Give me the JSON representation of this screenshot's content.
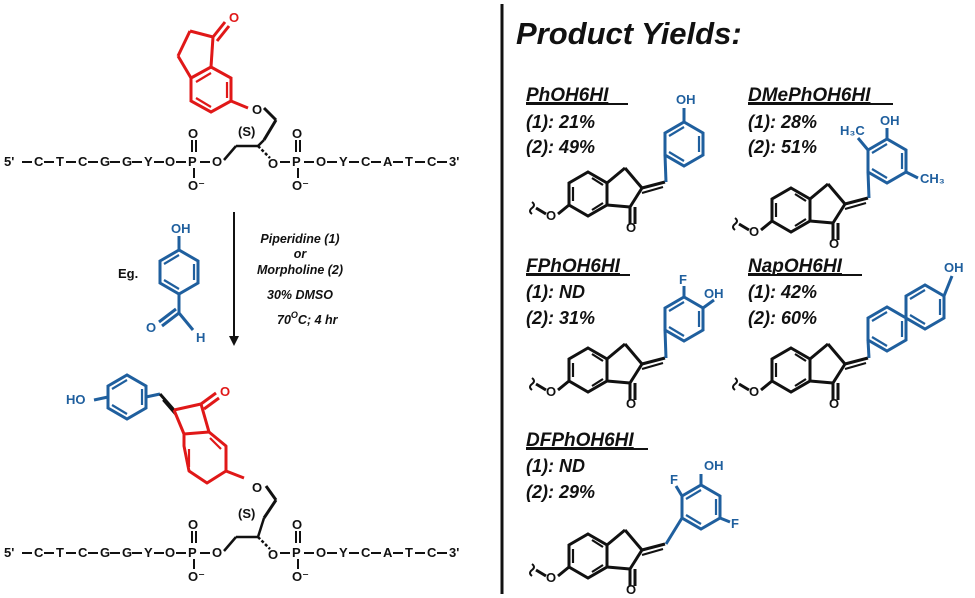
{
  "left": {
    "sequence": {
      "five_prime": "5'",
      "left_bases": [
        "C",
        "T",
        "C",
        "G",
        "G",
        "Y"
      ],
      "right_bases": [
        "Y",
        "C",
        "A",
        "T",
        "C"
      ],
      "three_prime": "3'",
      "stereo": "(S)",
      "phosphate_o": "O",
      "phosphate_p": "P",
      "phosphate_minus": "O⁻"
    },
    "conditions": {
      "eg_label": "Eg.",
      "line1": "Piperidine (1)",
      "line2": "or",
      "line3": "Morpholine (2)",
      "line4": "30% DMSO",
      "line5_temp": "70",
      "line5_sup": "O",
      "line5_rest": "C; 4 hr"
    },
    "aldehyde": {
      "oh": "OH",
      "h": "H",
      "o": "O"
    },
    "product_labels": {
      "ho": "HO",
      "ketone_o": "O",
      "ether_o": "O"
    }
  },
  "right": {
    "title": "Product Yields:",
    "products": [
      {
        "name": "PhOH6HI",
        "y1": "(1): 21%",
        "y2": "(2): 49%",
        "substituents": [
          "OH"
        ]
      },
      {
        "name": "DMePhOH6HI",
        "y1": "(1): 28%",
        "y2": "(2): 51%",
        "substituents": [
          "OH",
          "H₃C",
          "CH₃"
        ]
      },
      {
        "name": "FPhOH6HI",
        "y1": "(1): ND",
        "y2": "(2): 31%",
        "substituents": [
          "OH",
          "F"
        ]
      },
      {
        "name": "NapOH6HI",
        "y1": "(1): 42%",
        "y2": "(2): 60%",
        "substituents": [
          "OH"
        ]
      },
      {
        "name": "DFPhOH6HI",
        "y1": "(1): ND",
        "y2": "(2): 29%",
        "substituents": [
          "OH",
          "F",
          "F"
        ]
      }
    ],
    "core_atoms": {
      "ketone_o": "O",
      "ether_o": "O"
    }
  },
  "colors": {
    "red": "#e01818",
    "blue": "#1f5f9e",
    "black": "#111111"
  }
}
